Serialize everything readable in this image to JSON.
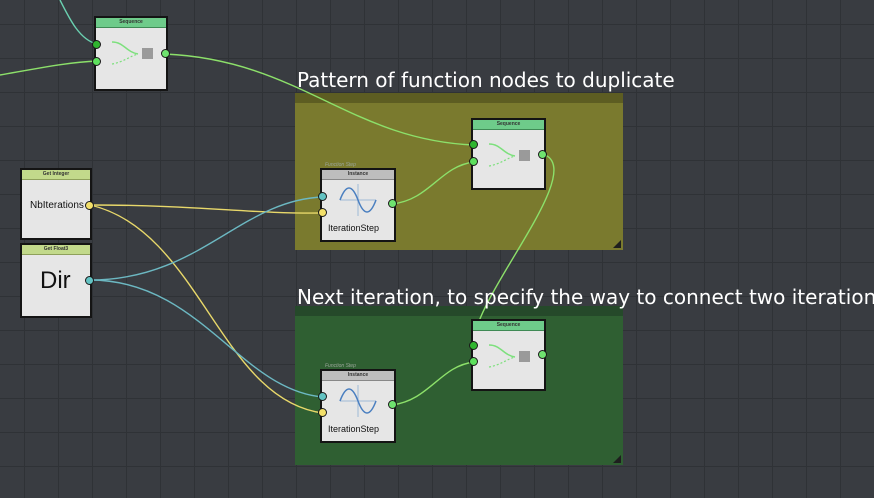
{
  "frames": [
    {
      "title": "Pattern of function nodes to duplicate",
      "color": "#7a7a2e",
      "bar_color": "#5d5d22"
    },
    {
      "title": "Next iteration, to specify the way to connect two iterations",
      "color": "#2f5f32",
      "bar_color": "#25492a"
    }
  ],
  "nodes": {
    "sequence_top": {
      "title": "Sequence"
    },
    "sequence_pattern": {
      "title": "Sequence"
    },
    "sequence_next": {
      "title": "Sequence"
    },
    "get_integer": {
      "title": "Get Integer",
      "value": "NbIterations"
    },
    "get_float3": {
      "title": "Get Float3",
      "value": "Dir"
    },
    "instance_pattern": {
      "title": "Instance",
      "subtitle": "Function Step",
      "label": "IterationStep"
    },
    "instance_next": {
      "title": "Instance",
      "subtitle": "Function Step",
      "label": "IterationStep"
    }
  },
  "colors": {
    "wire_green": "#8ce06a",
    "wire_yellow": "#e8d86a",
    "wire_cyan": "#6cb8c2",
    "wire_teal": "#6ad0b0"
  }
}
